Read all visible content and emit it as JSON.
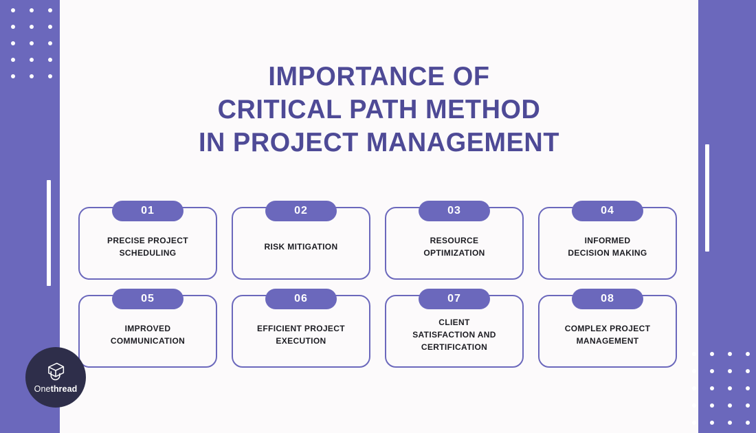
{
  "theme": {
    "panel_purple": "#6B68BC",
    "title_purple": "#4E4A96",
    "page_background": "#FCFAFB",
    "card_text": "#1C1C22",
    "logo_circle": "#2E2E4A",
    "accent_white": "#FFFFFF"
  },
  "title": {
    "line1": "IMPORTANCE OF",
    "line2": "CRITICAL PATH METHOD",
    "line3": "IN PROJECT MANAGEMENT"
  },
  "cards": [
    {
      "number": "01",
      "label": "PRECISE PROJECT\nSCHEDULING"
    },
    {
      "number": "02",
      "label": "RISK MITIGATION"
    },
    {
      "number": "03",
      "label": "RESOURCE\nOPTIMIZATION"
    },
    {
      "number": "04",
      "label": "INFORMED\nDECISION MAKING"
    },
    {
      "number": "05",
      "label": "IMPROVED\nCOMMUNICATION"
    },
    {
      "number": "06",
      "label": "EFFICIENT PROJECT\nEXECUTION"
    },
    {
      "number": "07",
      "label": "CLIENT\nSATISFACTION AND\nCERTIFICATION"
    },
    {
      "number": "08",
      "label": "COMPLEX PROJECT\nMANAGEMENT"
    }
  ],
  "logo": {
    "name_part1": "One",
    "name_part2": "thread",
    "icon": "onethread-spool-icon"
  },
  "decorations": {
    "dot_grid_top_left": {
      "columns": 3,
      "rows": 5
    },
    "dot_grid_bottom_right": {
      "columns": 4,
      "rows": 5
    }
  }
}
